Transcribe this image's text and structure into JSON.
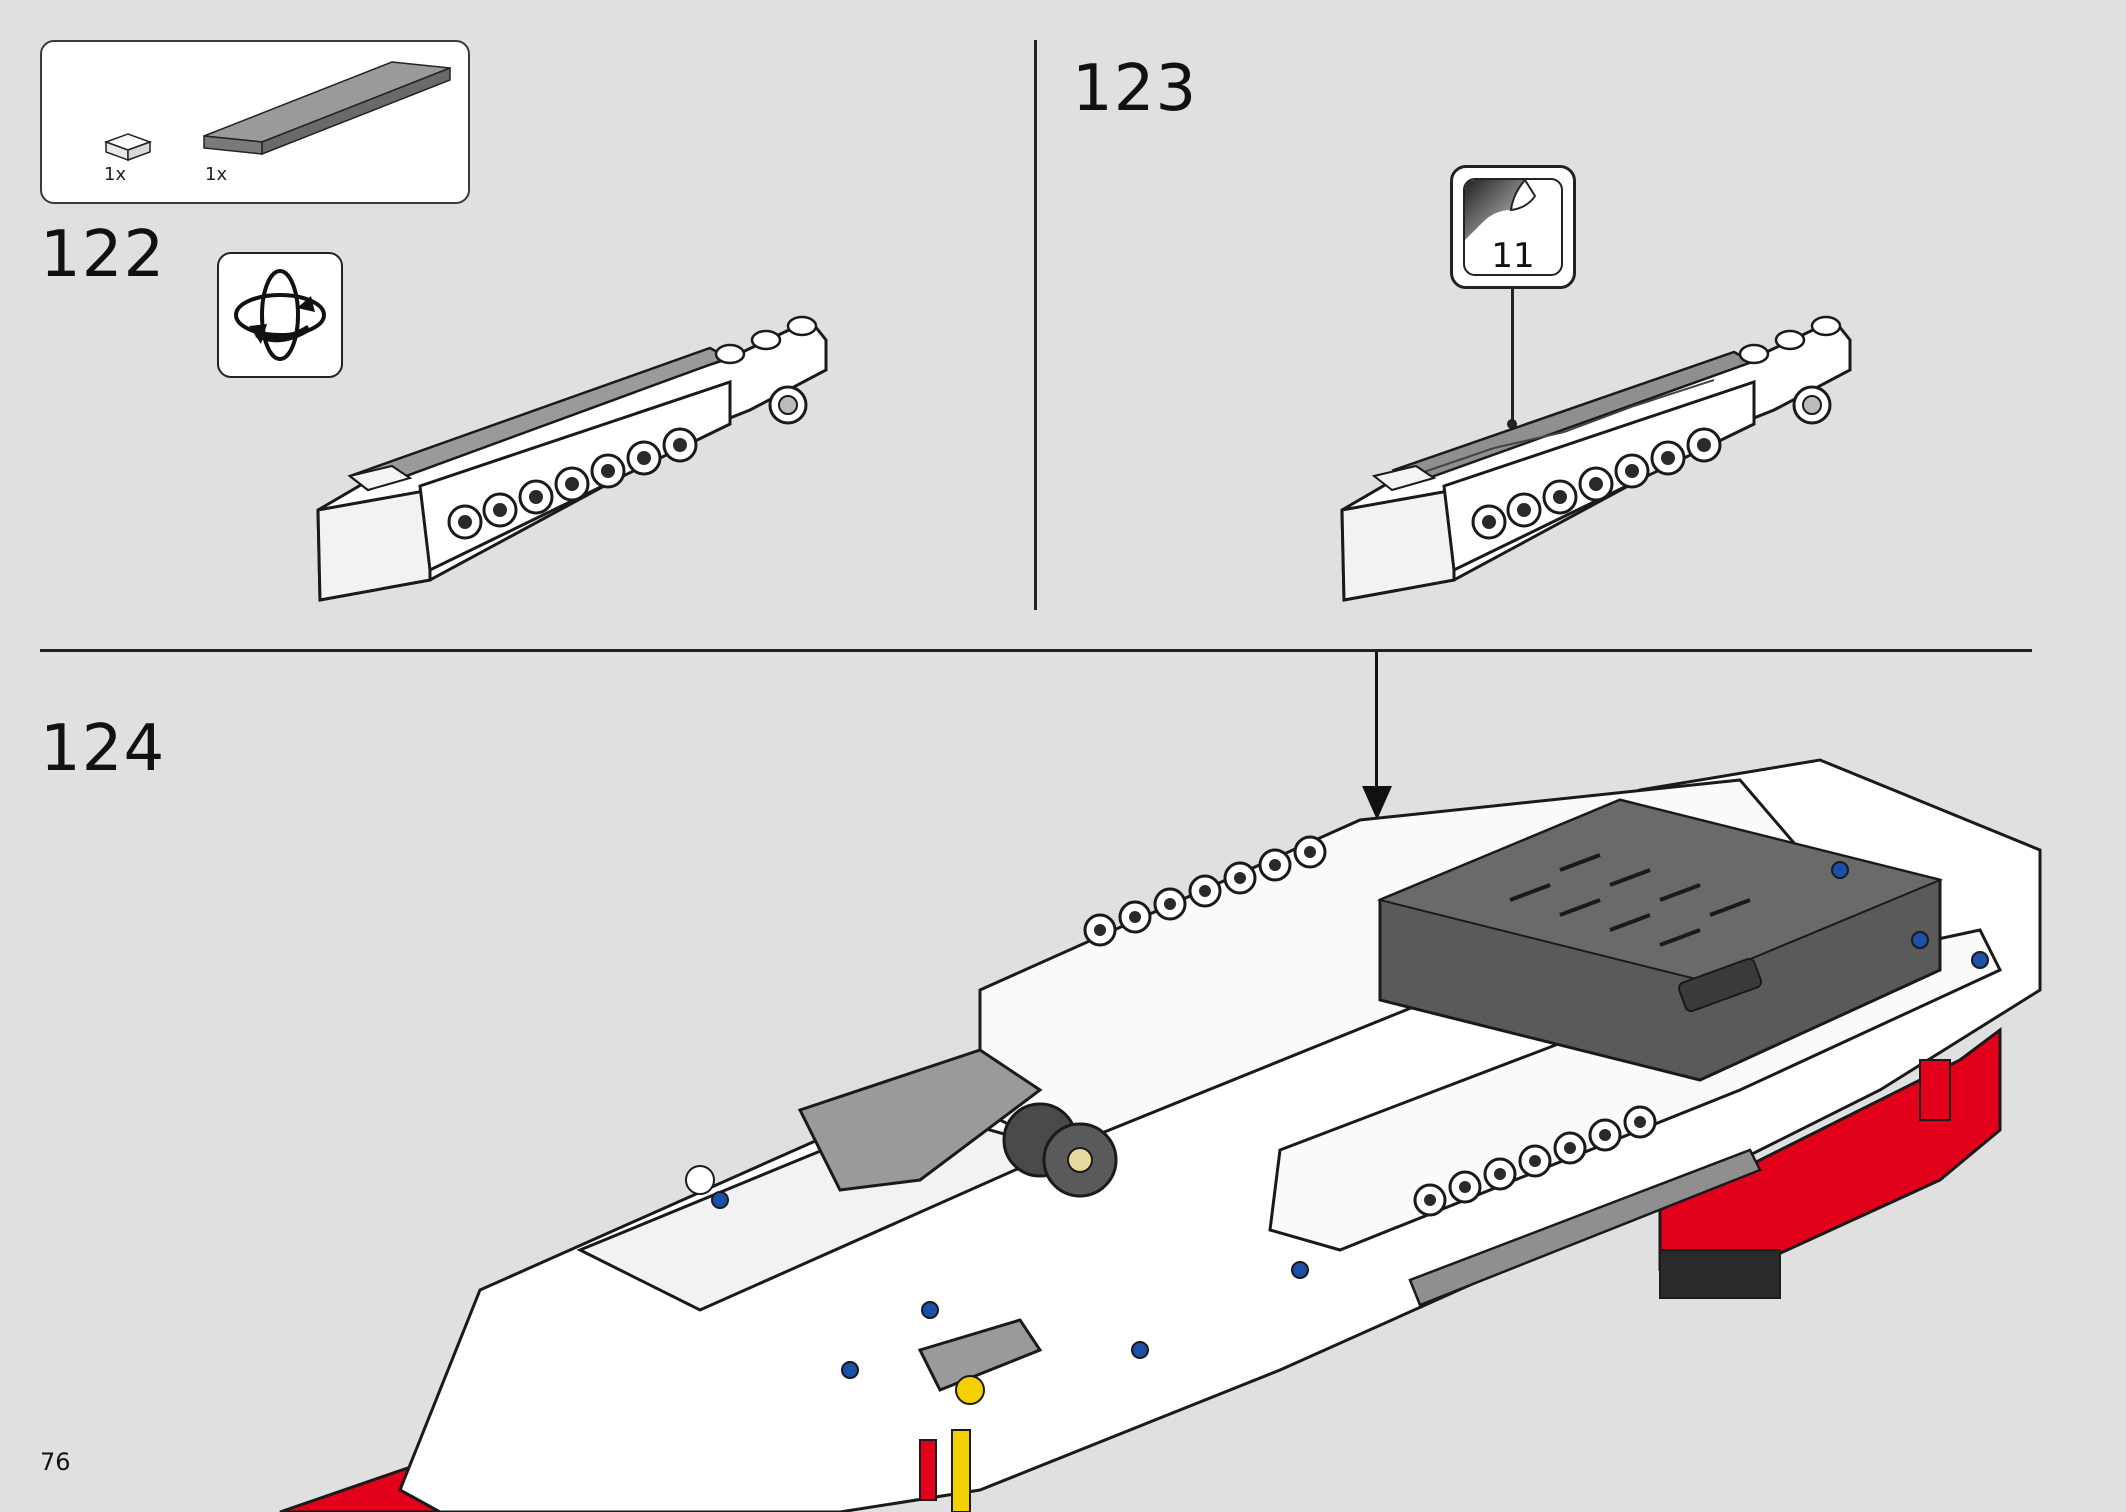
{
  "steps": {
    "step122": {
      "number": "122"
    },
    "step123": {
      "number": "123"
    },
    "step124": {
      "number": "124"
    }
  },
  "parts_list": {
    "items": [
      {
        "count": "1x",
        "icon": "white-tile-1x1-icon"
      },
      {
        "count": "1x",
        "icon": "gray-tile-1x8-icon"
      }
    ]
  },
  "rotate_callout": {
    "icon": "rotate-model-icon"
  },
  "sticker_callout": {
    "number": "11",
    "icon": "sticker-peel-icon"
  },
  "page": {
    "number": "76"
  },
  "colors": {
    "background": "#e0e0e0",
    "white_part": "#ffffff",
    "gray_part": "#8a8a8a",
    "dark_gray_part": "#5a5a5a",
    "red_part": "#e3001b",
    "blue_pin": "#1c4fa8",
    "yellow_axle": "#f5d000",
    "outline": "#1a1a1a"
  }
}
